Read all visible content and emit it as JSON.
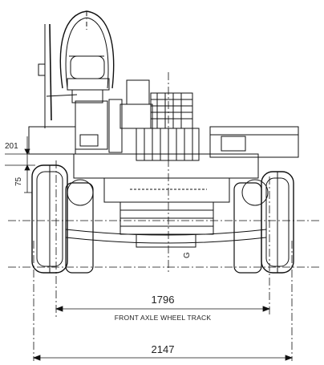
{
  "dimensions": {
    "front_track": "1796",
    "front_track_caption": "FRONT AXLE WHEEL TRACK",
    "overall_width": "2147",
    "height_step": "201",
    "height_lower": "75",
    "centerline_mark": "G"
  }
}
